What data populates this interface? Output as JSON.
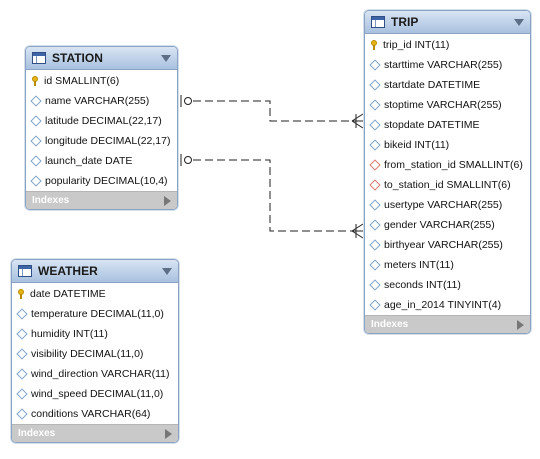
{
  "tables": {
    "station": {
      "title": "STATION",
      "columns": [
        {
          "text": "id SMALLINT(6)",
          "kind": "pk"
        },
        {
          "text": "name VARCHAR(255)",
          "kind": "col"
        },
        {
          "text": "latitude DECIMAL(22,17)",
          "kind": "col"
        },
        {
          "text": "longitude DECIMAL(22,17)",
          "kind": "col"
        },
        {
          "text": "launch_date DATE",
          "kind": "col"
        },
        {
          "text": "popularity DECIMAL(10,4)",
          "kind": "col"
        }
      ],
      "footer": "Indexes"
    },
    "weather": {
      "title": "WEATHER",
      "columns": [
        {
          "text": "date DATETIME",
          "kind": "pk"
        },
        {
          "text": "temperature DECIMAL(11,0)",
          "kind": "col"
        },
        {
          "text": "humidity INT(11)",
          "kind": "col"
        },
        {
          "text": "visibility DECIMAL(11,0)",
          "kind": "col"
        },
        {
          "text": "wind_direction VARCHAR(11)",
          "kind": "col"
        },
        {
          "text": "wind_speed DECIMAL(11,0)",
          "kind": "col"
        },
        {
          "text": "conditions VARCHAR(64)",
          "kind": "col"
        }
      ],
      "footer": "Indexes"
    },
    "trip": {
      "title": "TRIP",
      "columns": [
        {
          "text": "trip_id INT(11)",
          "kind": "pk"
        },
        {
          "text": "starttime VARCHAR(255)",
          "kind": "col"
        },
        {
          "text": "startdate DATETIME",
          "kind": "col"
        },
        {
          "text": "stoptime VARCHAR(255)",
          "kind": "col"
        },
        {
          "text": "stopdate DATETIME",
          "kind": "col"
        },
        {
          "text": "bikeid INT(11)",
          "kind": "col"
        },
        {
          "text": "from_station_id SMALLINT(6)",
          "kind": "fk"
        },
        {
          "text": "to_station_id SMALLINT(6)",
          "kind": "fk"
        },
        {
          "text": "usertype VARCHAR(255)",
          "kind": "col"
        },
        {
          "text": "gender VARCHAR(255)",
          "kind": "col"
        },
        {
          "text": "birthyear VARCHAR(255)",
          "kind": "col"
        },
        {
          "text": "meters INT(11)",
          "kind": "col"
        },
        {
          "text": "seconds INT(11)",
          "kind": "col"
        },
        {
          "text": "age_in_2014 TINYINT(4)",
          "kind": "col"
        }
      ],
      "footer": "Indexes"
    }
  },
  "relationships": [
    {
      "from": "station.id",
      "to": "trip.from_station_id",
      "cardinality": "one-to-many"
    },
    {
      "from": "station.id",
      "to": "trip.to_station_id",
      "cardinality": "one-to-many"
    }
  ],
  "colors": {
    "header_top": "#d7e4f3",
    "header_bottom": "#a9c1df",
    "border": "#8aa3c2",
    "footer": "#c9c9c9",
    "pk_key": "#e6b415",
    "fk_diamond": "#d87a6e",
    "col_diamond": "#7fa3c9"
  }
}
